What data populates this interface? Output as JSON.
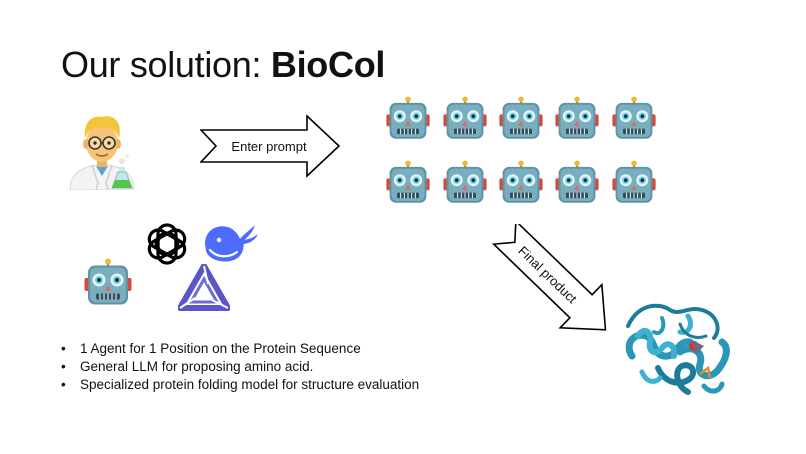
{
  "slide": {
    "title_regular": "Our solution: ",
    "title_bold": "BioCol"
  },
  "enter_arrow": {
    "label": "Enter prompt"
  },
  "final_arrow": {
    "label": "Final product"
  },
  "bullets": [
    "1 Agent for 1 Position on the Protein Sequence",
    "General LLM for proposing amino acid.",
    "Specialized protein folding model for structure evaluation"
  ],
  "icons": {
    "scientist": "scientist-emoji-icon",
    "robot": "robot-emoji-icon",
    "openai": "openai-logo-icon",
    "deepseek": "deepseek-whale-logo-icon",
    "qwen": "qwen-logo-icon",
    "protein": "protein-structure-icon"
  },
  "colors": {
    "robot_head": "#5e93a5",
    "robot_eye": "#6fd3ea",
    "robot_ear": "#d44a3c",
    "robot_antenna": "#f1b733",
    "deepseek_blue": "#4d6bfe",
    "qwen_purple": "#5b56c8",
    "protein_teal": "#2a97b7"
  }
}
